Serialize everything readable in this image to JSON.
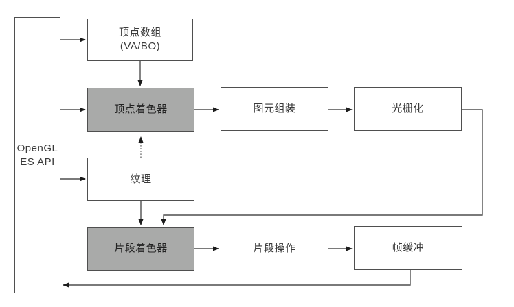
{
  "nodes": {
    "opengl_api": {
      "line1": "OpenGL",
      "line2": "ES API"
    },
    "vertex_array": {
      "line1": "顶点数组",
      "line2": "(VA/BO)"
    },
    "vertex_shader": {
      "label": "顶点着色器"
    },
    "primitive_assembly": {
      "label": "图元组装"
    },
    "rasterization": {
      "label": "光栅化"
    },
    "texture": {
      "label": "纹理"
    },
    "fragment_shader": {
      "label": "片段着色器"
    },
    "fragment_operations": {
      "label": "片段操作"
    },
    "framebuffer": {
      "label": "帧缓冲"
    }
  },
  "colors": {
    "background": "#ffffff",
    "box_fill": "#ffffff",
    "shader_box_fill": "#a9aaa9",
    "line": "#4f4f4f",
    "text": "#3a3a3a"
  },
  "edges": [
    {
      "from": "opengl_api",
      "to": "vertex_array",
      "style": "solid"
    },
    {
      "from": "opengl_api",
      "to": "vertex_shader",
      "style": "solid"
    },
    {
      "from": "opengl_api",
      "to": "texture",
      "style": "solid"
    },
    {
      "from": "vertex_array",
      "to": "vertex_shader",
      "style": "solid"
    },
    {
      "from": "texture",
      "to": "vertex_shader",
      "style": "dotted"
    },
    {
      "from": "texture",
      "to": "fragment_shader",
      "style": "solid"
    },
    {
      "from": "vertex_shader",
      "to": "primitive_assembly",
      "style": "solid"
    },
    {
      "from": "primitive_assembly",
      "to": "rasterization",
      "style": "solid"
    },
    {
      "from": "rasterization",
      "to": "fragment_shader",
      "style": "solid"
    },
    {
      "from": "fragment_shader",
      "to": "fragment_operations",
      "style": "solid"
    },
    {
      "from": "fragment_operations",
      "to": "framebuffer",
      "style": "solid"
    },
    {
      "from": "framebuffer",
      "to": "opengl_api",
      "style": "solid"
    }
  ]
}
